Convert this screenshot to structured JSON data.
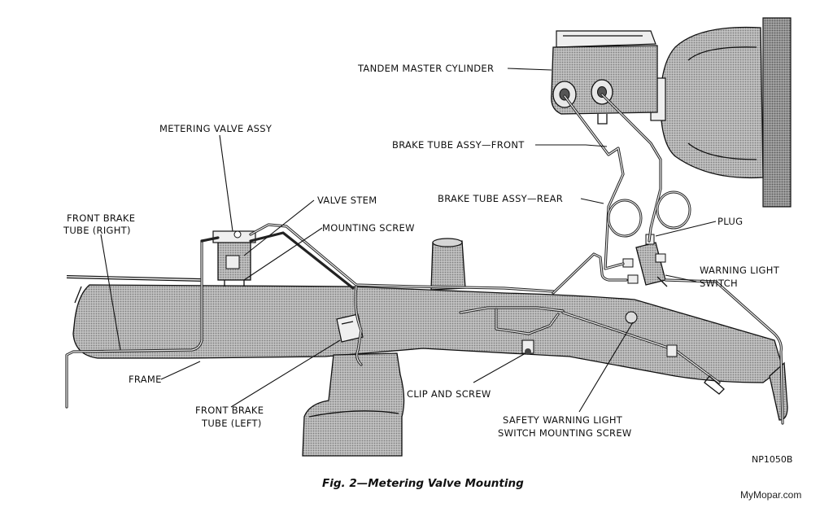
{
  "labels": {
    "tandem_master_cylinder": "TANDEM MASTER CYLINDER",
    "metering_valve_assy": "METERING VALVE ASSY",
    "brake_tube_assy_front": "BRAKE TUBE ASSY—FRONT",
    "valve_stem": "VALVE STEM",
    "mounting_screw": "MOUNTING SCREW",
    "brake_tube_assy_rear": "BRAKE TUBE ASSY—REAR",
    "front_brake_tube_right_line1": "FRONT BRAKE",
    "front_brake_tube_right_line2": "TUBE (RIGHT)",
    "plug": "PLUG",
    "warning_light_switch_line1": "WARNING LIGHT",
    "warning_light_switch_line2": "SWITCH",
    "frame": "FRAME",
    "front_brake_tube_left_line1": "FRONT BRAKE",
    "front_brake_tube_left_line2": "TUBE (LEFT)",
    "clip_and_screw": "CLIP AND SCREW",
    "safety_switch_line1": "SAFETY WARNING LIGHT",
    "safety_switch_line2": "SWITCH MOUNTING SCREW"
  },
  "figure_code": "NP1050B",
  "caption": "Fig. 2—Metering Valve Mounting",
  "watermark": "MyMopar.com",
  "colors": {
    "ink": "#111111",
    "halftone_bg": "#bdbdbd",
    "halftone_dot": "#8a8a8a",
    "paper": "#ffffff"
  }
}
